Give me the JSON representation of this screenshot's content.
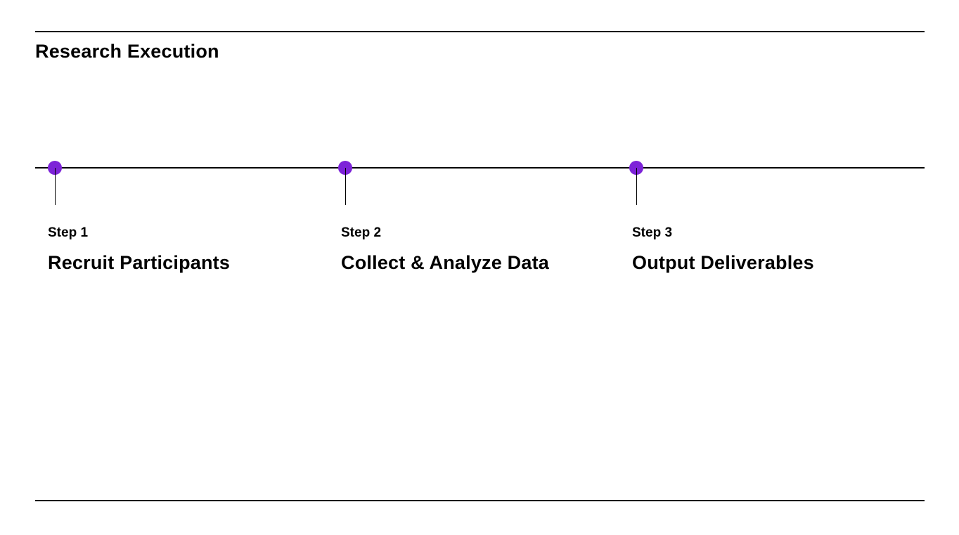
{
  "page": {
    "title": "Research Execution",
    "background_color": "#ffffff",
    "text_color": "#000000",
    "line_color": "#000000",
    "accent_color": "#7d23d8"
  },
  "timeline": {
    "steps": [
      {
        "label": "Step 1",
        "title": "Recruit Participants"
      },
      {
        "label": "Step 2",
        "title": "Collect & Analyze Data"
      },
      {
        "label": "Step 3",
        "title": "Output Deliverables"
      }
    ]
  }
}
